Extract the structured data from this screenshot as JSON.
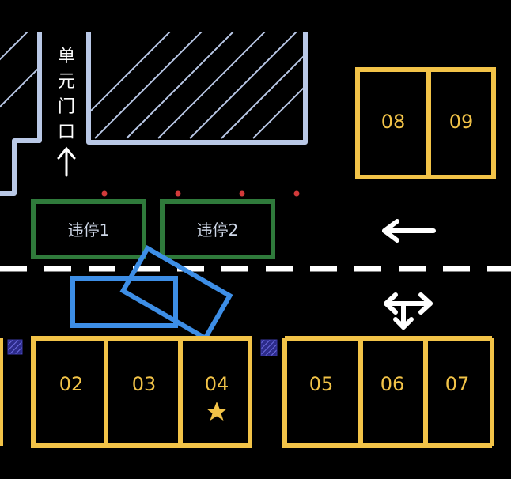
{
  "colors": {
    "background": "#000000",
    "building": "#b9c8e6",
    "parking": "#f2c348",
    "illegal": "#2f7a3b",
    "illegal_text": "#cfd8e8",
    "car": "#3d8ee6",
    "lane_line": "#ffffff",
    "marker": "#d23a3a",
    "accessible": "#3b3aa8"
  },
  "entrance": {
    "label_chars": [
      "单",
      "元",
      "门",
      "口"
    ],
    "arrow": "↑"
  },
  "illegal_parking": [
    {
      "label": "违停1"
    },
    {
      "label": "违停2"
    }
  ],
  "spaces": {
    "top": [
      "08",
      "09"
    ],
    "bottom_left": [
      "02",
      "03",
      "04"
    ],
    "bottom_right": [
      "05",
      "06",
      "07"
    ]
  },
  "highlight": {
    "space": "04",
    "icon": "star-icon"
  },
  "lane_arrows": {
    "upper": "left-arrow-icon",
    "lower": "bidirectional-arrow-icon"
  }
}
